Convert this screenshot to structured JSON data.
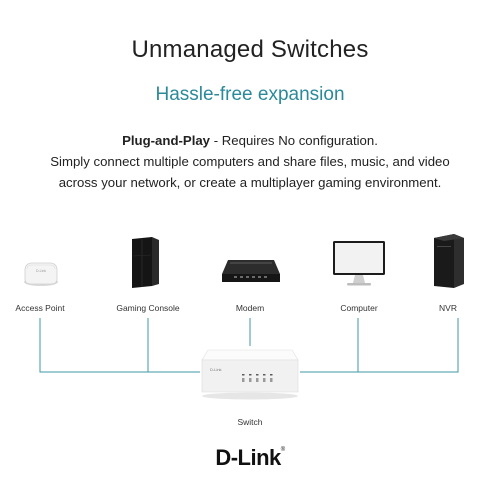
{
  "header": {
    "title": "Unmanaged Switches",
    "subtitle": "Hassle-free expansion"
  },
  "description": {
    "lead": "Plug-and-Play",
    "line1_rest": " - Requires No configuration.",
    "line2": "Simply connect multiple computers and share files, music, and video",
    "line3": "across your network, or create a multiplayer gaming environment."
  },
  "devices": [
    {
      "label": "Access Point",
      "icon": "access-point-icon"
    },
    {
      "label": "Gaming Console",
      "icon": "gaming-console-icon"
    },
    {
      "label": "Modem",
      "icon": "modem-icon"
    },
    {
      "label": "Computer",
      "icon": "computer-monitor-icon"
    },
    {
      "label": "NVR",
      "icon": "nvr-icon"
    }
  ],
  "switch": {
    "label": "Switch",
    "icon": "network-switch-icon",
    "brand": "D-Link"
  },
  "brand": {
    "logo": "D-Link"
  },
  "colors": {
    "accent": "#2b8a9a",
    "line": "#3d9aa6",
    "text": "#222222"
  }
}
